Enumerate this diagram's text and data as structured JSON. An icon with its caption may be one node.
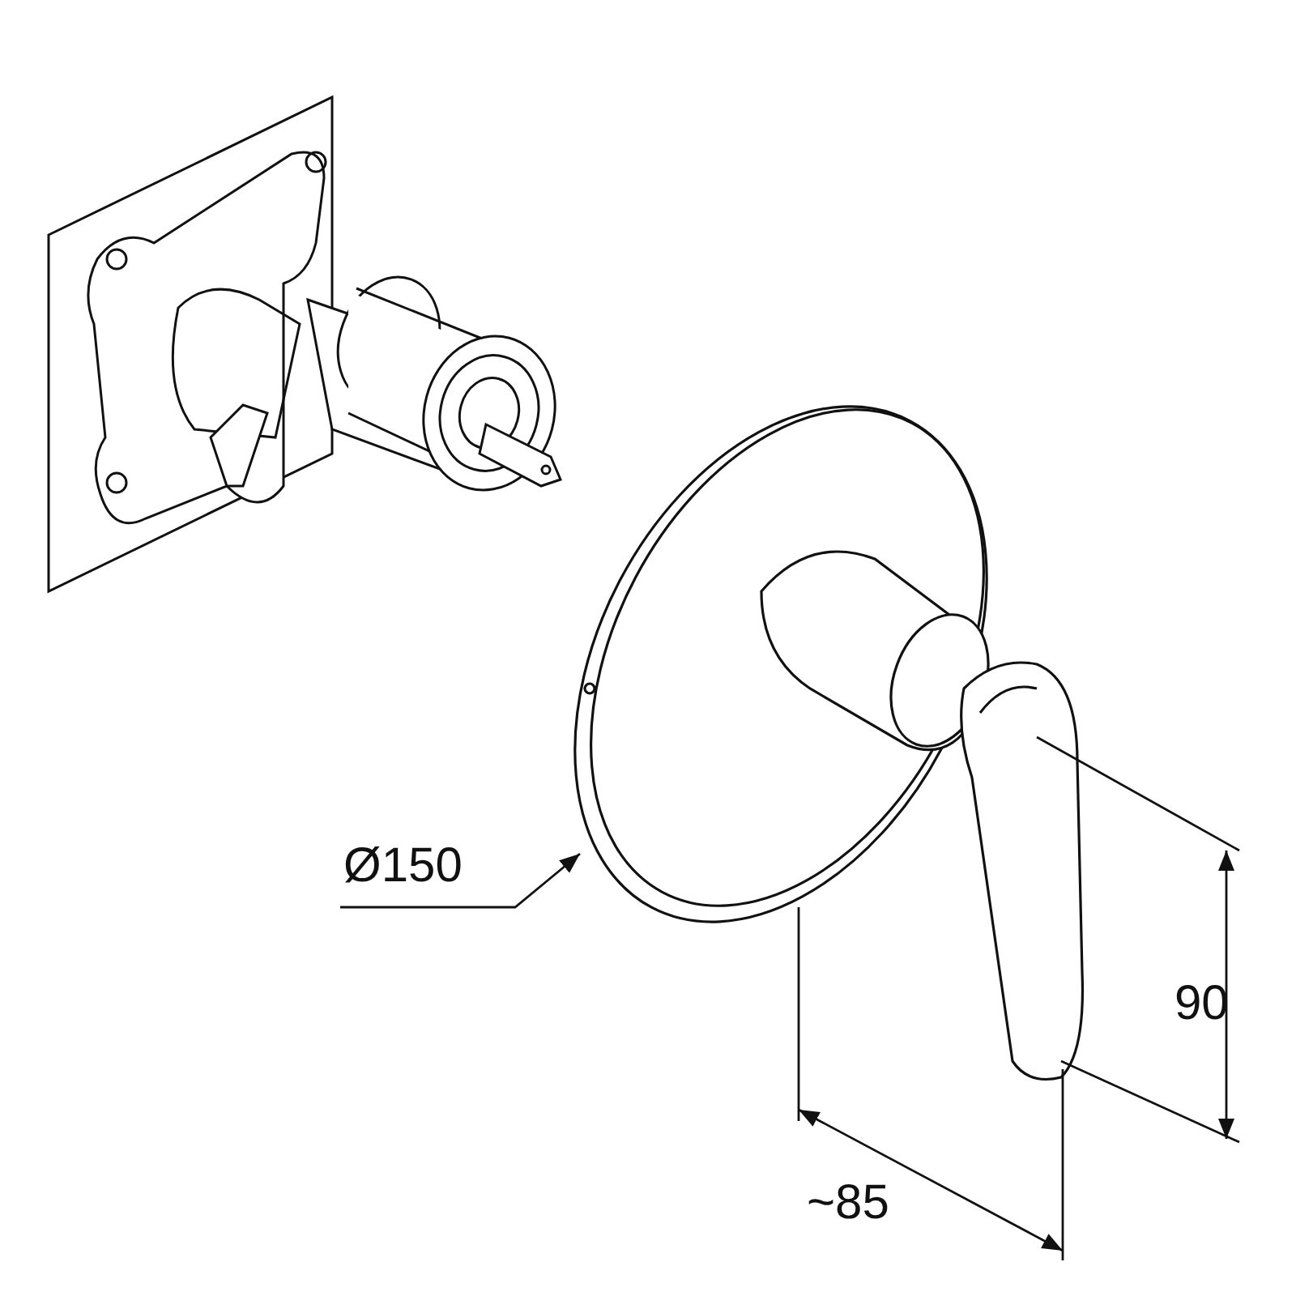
{
  "diagram": {
    "labels": [
      "Ø150",
      "90",
      "~85"
    ]
  }
}
